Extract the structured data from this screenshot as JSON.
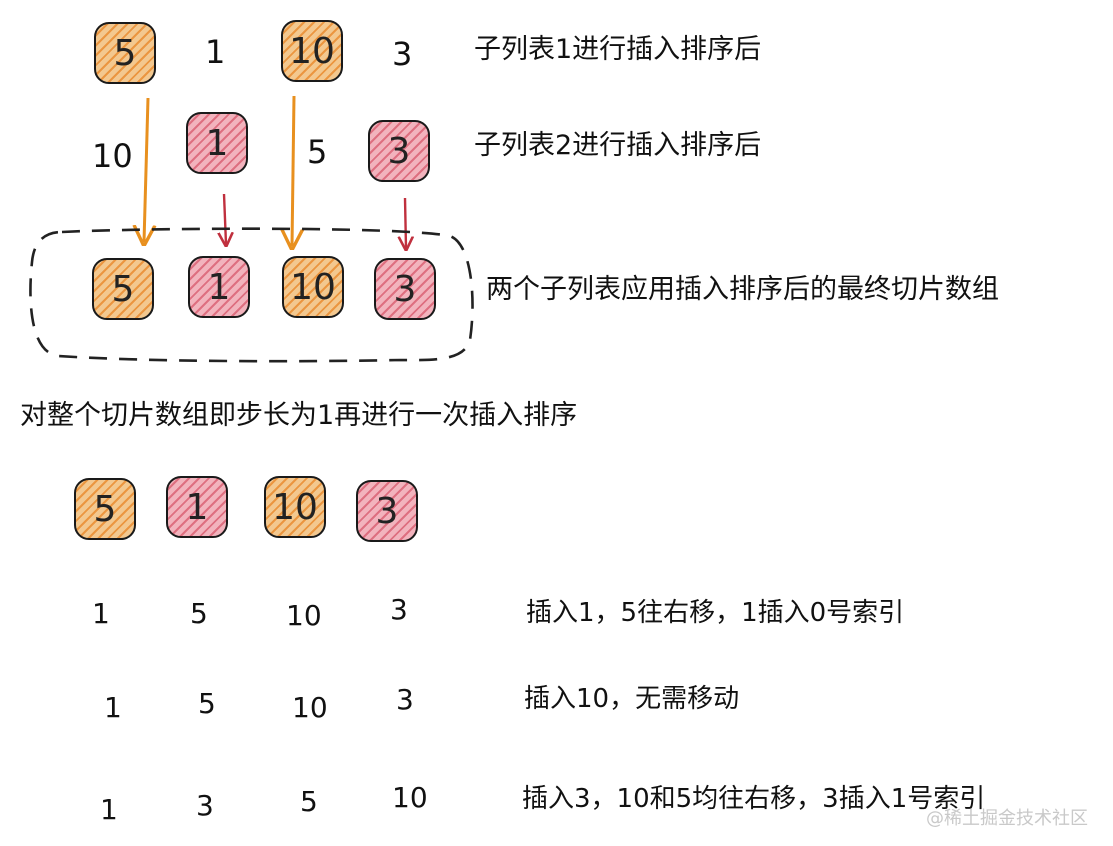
{
  "row1": {
    "items": [
      {
        "value": "5",
        "style": "orange"
      },
      {
        "value": "1",
        "style": "plain"
      },
      {
        "value": "10",
        "style": "orange"
      },
      {
        "value": "3",
        "style": "plain"
      }
    ],
    "label": "子列表1进行插入排序后"
  },
  "row2": {
    "items": [
      {
        "value": "10",
        "style": "plain"
      },
      {
        "value": "1",
        "style": "red"
      },
      {
        "value": "5",
        "style": "plain"
      },
      {
        "value": "3",
        "style": "red"
      }
    ],
    "label": "子列表2进行插入排序后"
  },
  "merged": {
    "items": [
      {
        "value": "5",
        "style": "orange"
      },
      {
        "value": "1",
        "style": "red"
      },
      {
        "value": "10",
        "style": "orange"
      },
      {
        "value": "3",
        "style": "red"
      }
    ],
    "label": "两个子列表应用插入排序后的最终切片数组"
  },
  "section_title": "对整个切片数组即步长为1再进行一次插入排序",
  "final_boxes": [
    {
      "value": "5",
      "style": "orange"
    },
    {
      "value": "1",
      "style": "red"
    },
    {
      "value": "10",
      "style": "orange"
    },
    {
      "value": "3",
      "style": "red"
    }
  ],
  "steps": [
    {
      "values": [
        "1",
        "5",
        "10",
        "3"
      ],
      "description": "插入1，5往右移，1插入0号索引"
    },
    {
      "values": [
        "1",
        "5",
        "10",
        "3"
      ],
      "description": "插入10，无需移动"
    },
    {
      "values": [
        "1",
        "3",
        "5",
        "10"
      ],
      "description": "插入3，10和5均往右移，3插入1号索引"
    }
  ],
  "watermark": "@稀土掘金技术社区",
  "colors": {
    "orange_fill": "#f3c88f",
    "orange_hatch": "#e88526",
    "red_fill": "#f2b3bd",
    "red_hatch": "#d04258",
    "orange_arrow": "#e8901f",
    "red_arrow": "#c0303e",
    "outline": "#1a1a1a"
  }
}
